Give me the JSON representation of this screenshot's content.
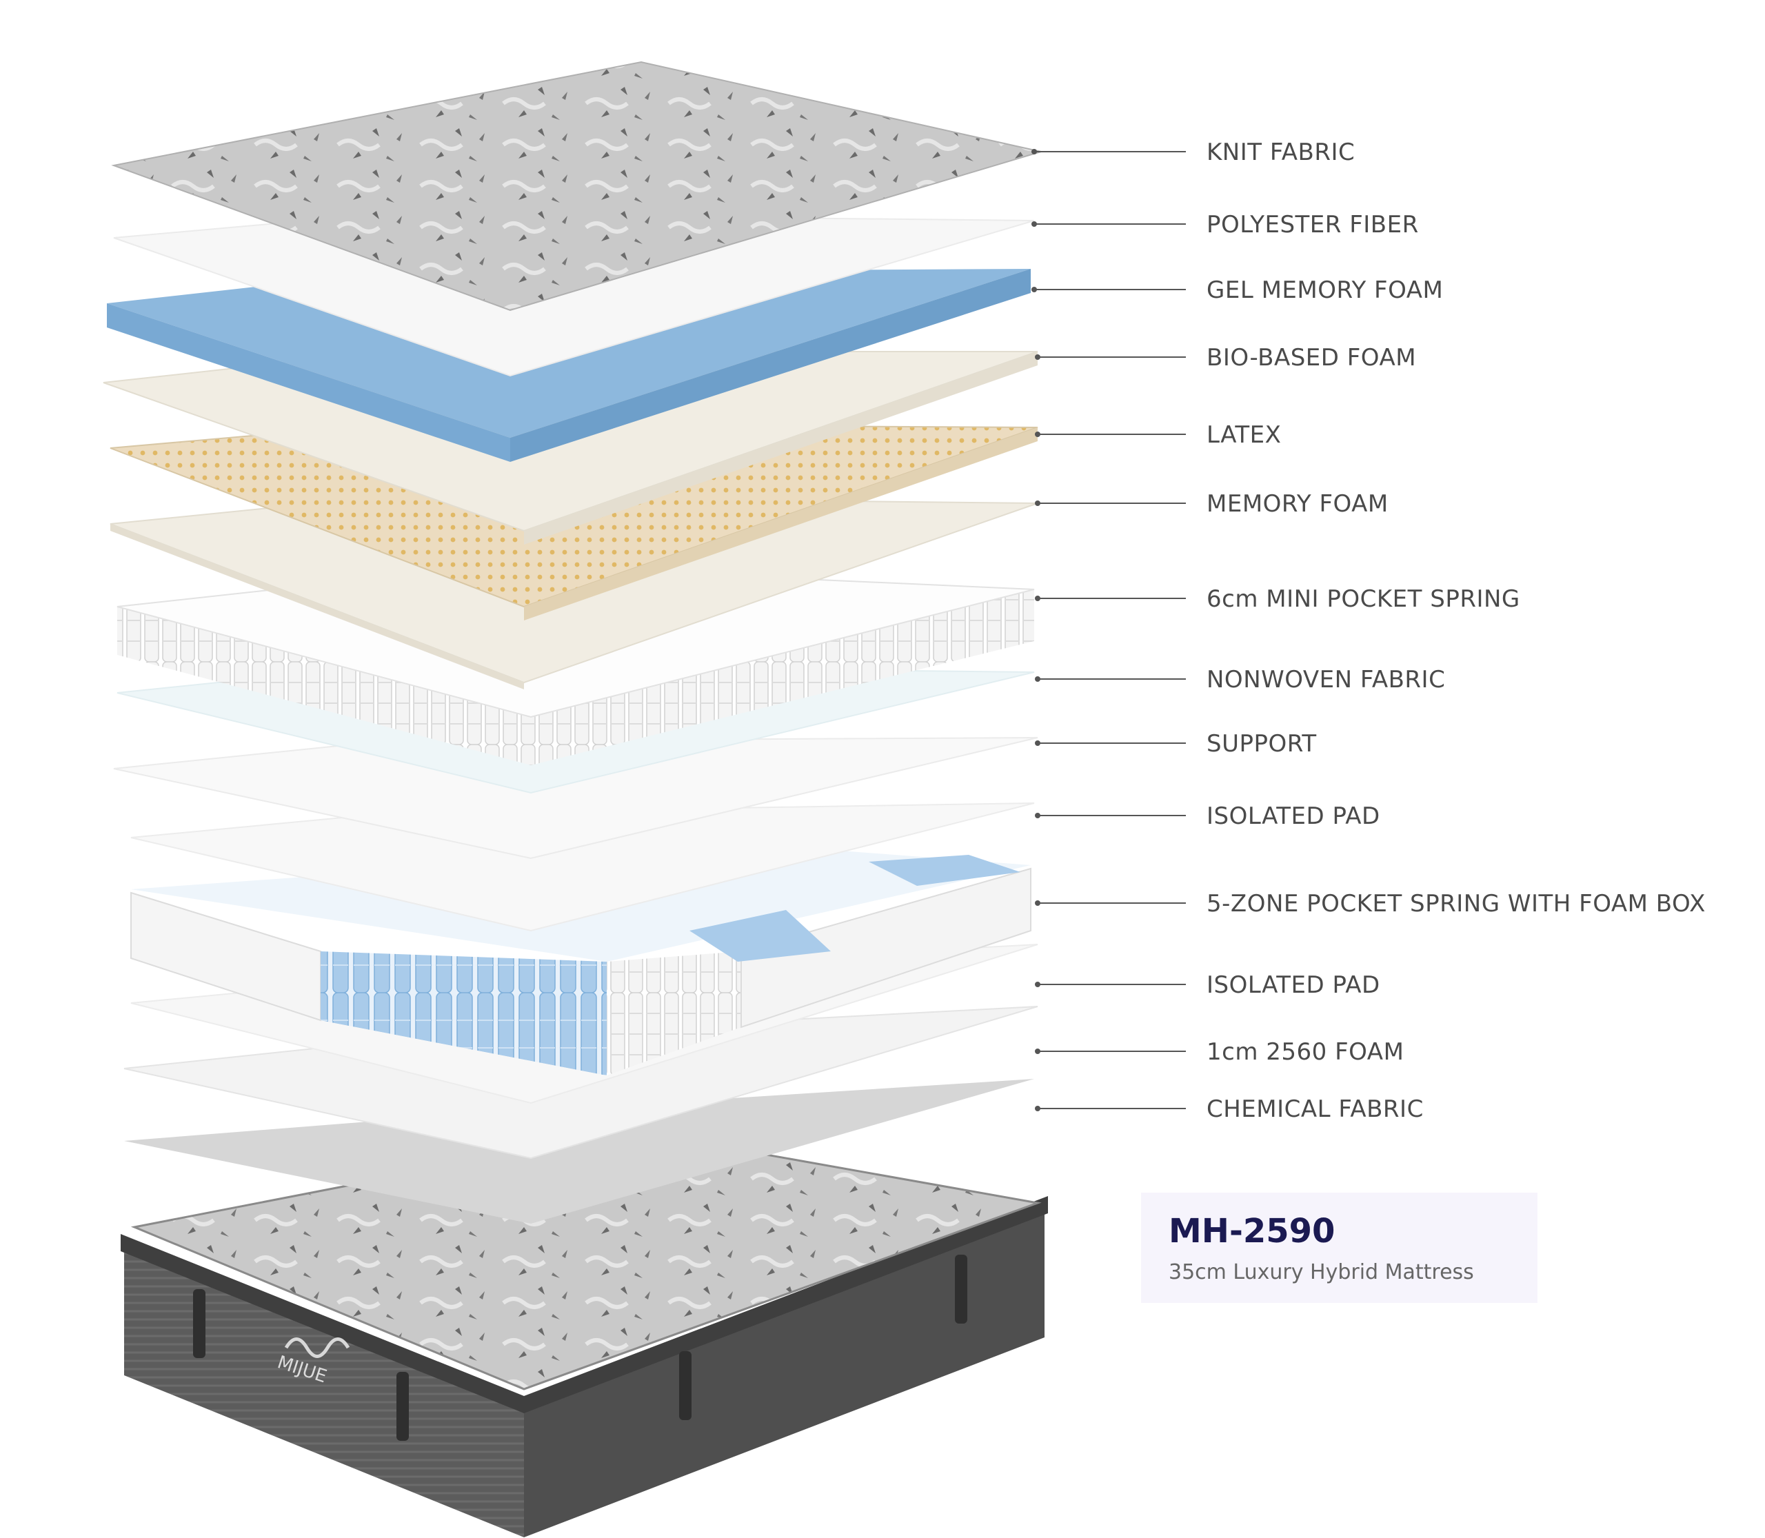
{
  "layers": [
    {
      "label": "KNIT FABRIC"
    },
    {
      "label": "POLYESTER FIBER"
    },
    {
      "label": "GEL MEMORY FOAM"
    },
    {
      "label": "BIO-BASED FOAM"
    },
    {
      "label": "LATEX"
    },
    {
      "label": "MEMORY FOAM"
    },
    {
      "label": "6cm MINI POCKET SPRING"
    },
    {
      "label": "NONWOVEN FABRIC"
    },
    {
      "label": "SUPPORT"
    },
    {
      "label": "ISOLATED PAD"
    },
    {
      "label": "5-ZONE POCKET SPRING WITH FOAM BOX"
    },
    {
      "label": "ISOLATED PAD"
    },
    {
      "label": "1cm 2560 FOAM"
    },
    {
      "label": "CHEMICAL FABRIC"
    }
  ],
  "product": {
    "model": "MH-2590",
    "description": "35cm Luxury Hybrid Mattress"
  },
  "brand": {
    "logo_text": "MIJUE"
  },
  "colors": {
    "gel_blue": "#8db8dd",
    "latex_tan": "#ecdcc0",
    "foam_cream": "#f1ede3",
    "fabric_grey": "#cfcfcf",
    "cover_dark": "#5a5a5a",
    "model_navy": "#1b1a52"
  }
}
